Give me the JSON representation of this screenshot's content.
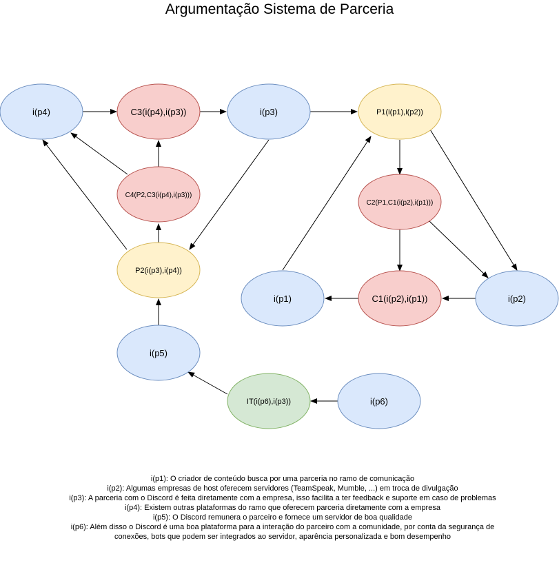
{
  "title": "Argumentação Sistema de Parceria",
  "colors": {
    "premise_fill": "#dae8fc",
    "premise_stroke": "#6c8ebf",
    "conclusion_fill": "#f8cecc",
    "conclusion_stroke": "#b85450",
    "main_fill": "#fff2cc",
    "main_stroke": "#d6b656",
    "inference_fill": "#d5e8d4",
    "inference_stroke": "#82b366",
    "arrow": "#000000"
  },
  "nodes": {
    "ip4": "i(p4)",
    "c3": "C3(i(p4),i(p3))",
    "ip3": "i(p3)",
    "p1": "P1(i(p1),i(p2))",
    "c4": "C4(P2,C3(i(p4),i(p3)))",
    "c2": "C2(P1,C1(i(p2),i(p1)))",
    "p2": "P2(i(p3),i(p4))",
    "ip1": "i(p1)",
    "c1": "C1(i(p2),i(p1))",
    "ip2": "i(p2)",
    "ip5": "i(p5)",
    "it": "IT(i(p6),i(p3))",
    "ip6": "i(p6)"
  },
  "notes": [
    "i(p1): O criador de conteúdo busca por uma parceria no ramo de comunicação",
    "i(p2): Algumas empresas de host oferecem servidores (TeamSpeak, Mumble, ...) em troca de divulgação",
    "i(p3): A parceria com o Discord é feita diretamente com a empresa, isso facilita a ter feedback e suporte em caso de problemas",
    "i(p4): Existem outras plataformas do ramo que oferecem parceria diretamente com a empresa",
    "i(p5): O Discord remunera o parceiro e fornece um servidor de boa qualidade",
    "i(p6): Além disso o Discord é uma boa plataforma para a interação do parceiro com a comunidade, por conta da segurança de",
    "conexões, bots que podem ser integrados ao servidor, aparência personalizada e bom desempenho"
  ]
}
